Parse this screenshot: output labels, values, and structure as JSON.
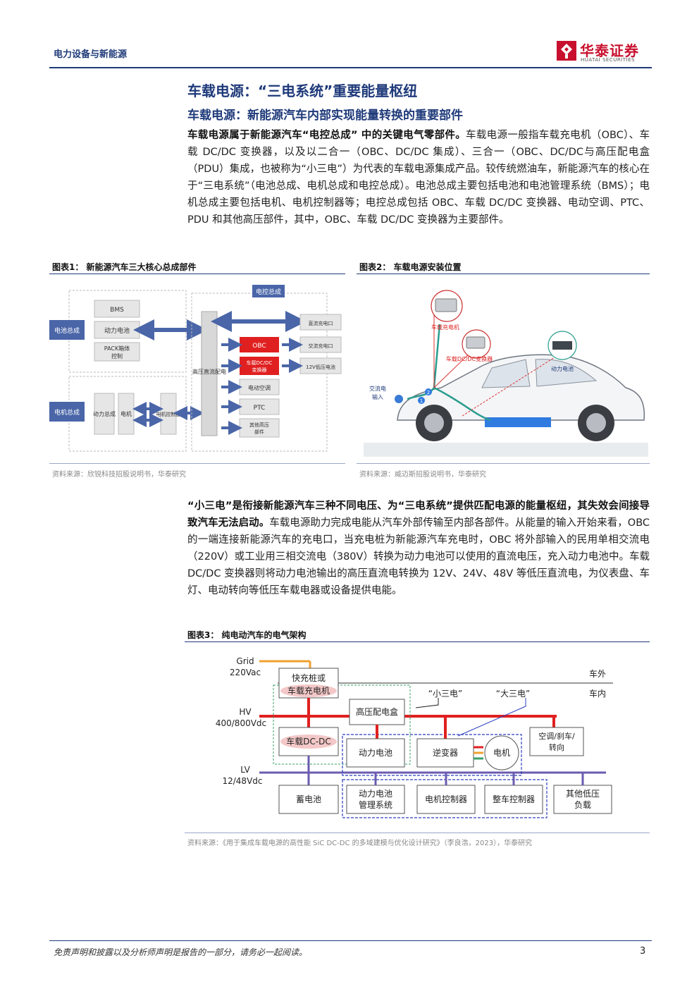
{
  "header": {
    "section": "电力设备与新能源",
    "brand_cn": "华泰证券",
    "brand_en": "HUATAI SECURITIES"
  },
  "title1": "车载电源：“三电系统”重要能量枢纽",
  "title2": "车载电源：新能源汽车内部实现能量转换的重要部件",
  "para1": {
    "bold": "车载电源属于新能源汽车“电控总成” 中的关键电气零部件。",
    "text": "车载电源一般指车载充电机（OBC）、车载 DC/DC 变换器，以及以二合一（OBC、DC/DC 集成）、三合一（OBC、DC/DC与高压配电盒（PDU）集成，也被称为“小三电”）为代表的车载电源集成产品。较传统燃油车，新能源汽车的核心在于“三电系统”（电池总成、电机总成和电控总成）。电池总成主要包括电池和电池管理系统（BMS）；电机总成主要包括电机、电机控制器等；电控总成包括 OBC、车载 DC/DC 变换器、电动空调、PTC、PDU 和其他高压部件，其中，OBC、车载 DC/DC 变换器为主要部件。"
  },
  "fig1": {
    "title": "图表1：  新能源汽车三大核心总成部件",
    "source": "资料来源：欣锐科技招股说明书，华泰研究",
    "labels": {
      "battery_assembly": "电池总成",
      "motor_assembly": "电机总成",
      "control_assembly": "电控总成",
      "bms": "BMS",
      "power_battery": "动力电池",
      "pack": "PACK箱体",
      "pack2": "控制",
      "motor_assy_v": "动力总成",
      "motor": "电机",
      "motor_ctrl": "电机控制器",
      "hv_box": "高压直流配电",
      "dc_charge": "直流充电口",
      "ac_charge": "交流充电口",
      "lv_battery": "12V低压电池",
      "obc": "OBC",
      "dcdc": "车载DC/DC",
      "dcdc2": "变换器",
      "ac": "电动空调",
      "ptc": "PTC",
      "other_hv": "其他高压",
      "other_hv2": "部件"
    }
  },
  "fig2": {
    "title": "图表2：  车载电源安装位置",
    "source": "资料来源：威迈斯招股说明书，华泰研究",
    "labels": {
      "obc": "车载充电机",
      "dcdc": "车载DC/DC变换器",
      "battery": "动力电池",
      "ac_in1": "交流电",
      "ac_in2": "输入",
      "n1": "1",
      "n2": "2"
    }
  },
  "para2": {
    "bold": "“小三电”是衔接新能源汽车三种不同电压、为“三电系统”提供匹配电源的能量枢纽，其失效会间接导致汽车无法启动。",
    "text": "车载电源助力完成电能从汽车外部传输至内部各部件。从能量的输入开始来看，OBC 的一端连接新能源汽车的充电口，当充电桩为新能源汽车充电时，OBC 将外部输入的民用单相交流电（220V）或工业用三相交流电（380V）转换为动力电池可以使用的直流电压，充入动力电池中。车载 DC/DC 变换器则将动力电池输出的高压直流电转换为 12V、24V、48V 等低压直流电，为仪表盘、车灯、电动转向等低压车载电器或设备提供电能。"
  },
  "fig3": {
    "title": "图表3：  纯电动汽车的电气架构",
    "source": "资料来源：《用于集成车载电源的高性能 SiC DC-DC 的多域建模与优化设计研究》（李良浩，2023），华泰研究",
    "labels": {
      "grid1": "Grid",
      "grid2": "220Vac",
      "hv1": "HV",
      "hv2": "400/800Vdc",
      "lv1": "LV",
      "lv2": "12/48Vdc",
      "outside": "车外",
      "inside": "车内",
      "fast_charge": "快充桩或",
      "obc": "车载充电机",
      "pdu": "高压配电盒",
      "small3": "“小三电”",
      "big3": "“大三电”",
      "dcdc": "车载DC-DC",
      "battery": "动力电池",
      "inverter": "逆变器",
      "motor": "电机",
      "aux1": "空调/刹车/",
      "aux2": "转向",
      "lead": "蓄电池",
      "bms1": "动力电池",
      "bms2": "管理系统",
      "mcu": "电机控制器",
      "vcu": "整车控制器",
      "other1": "其他低压",
      "other2": "负载"
    }
  },
  "footer": {
    "disclaimer": "免责声明和披露以及分析师声明是报告的一部分，请务必一起阅读。",
    "page": "3"
  },
  "colors": {
    "brand_blue": "#1f3a7a",
    "brand_red": "#c8102e",
    "hv_red": "#e02020",
    "grid_orange": "#f0a030"
  }
}
